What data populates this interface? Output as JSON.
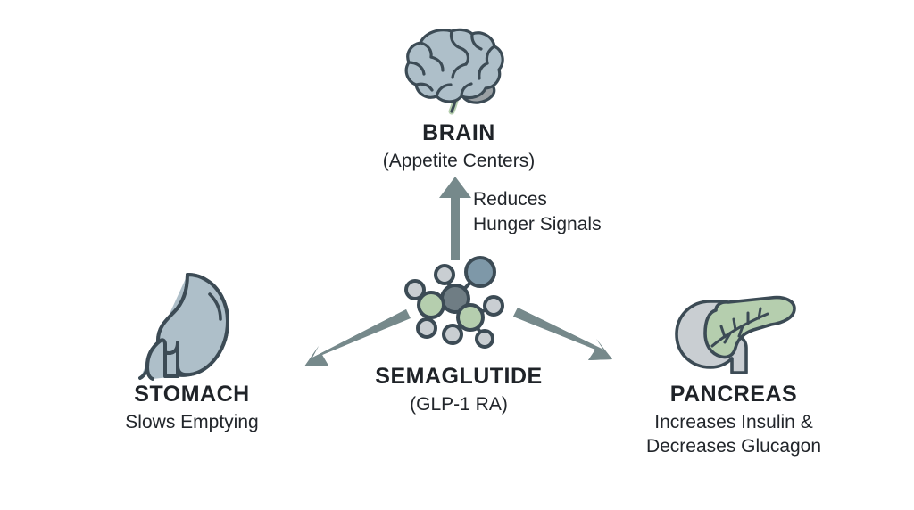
{
  "diagram": {
    "background_color": "#ffffff",
    "text_color": "#1f2328",
    "arrow_color": "#76898b",
    "outline_color": "#3c4b55",
    "palette": {
      "slate_blue": "#7e98a8",
      "light_blue_grey": "#aebfc9",
      "green": "#b5ceae",
      "pale_grey": "#c9ced2",
      "mid_grey": "#9aa0a4"
    },
    "center": {
      "title": "SEMAGLUTIDE",
      "subtitle": "(GLP-1 RA)",
      "icon": "molecule-icon"
    },
    "targets": [
      {
        "id": "brain",
        "title": "BRAIN",
        "subtitle": "(Appetite Centers)",
        "icon": "brain-icon",
        "edge_label_line1": "Reduces",
        "edge_label_line2": "Hunger Signals",
        "arrow": "arrow-up"
      },
      {
        "id": "stomach",
        "title": "STOMACH",
        "subtitle": "Slows Emptying",
        "icon": "stomach-icon",
        "arrow": "arrow-down-left"
      },
      {
        "id": "pancreas",
        "title": "PANCREAS",
        "subtitle_line1": "Increases Insulin &",
        "subtitle_line2": "Decreases Glucagon",
        "icon": "pancreas-icon",
        "arrow": "arrow-down-right"
      }
    ]
  }
}
